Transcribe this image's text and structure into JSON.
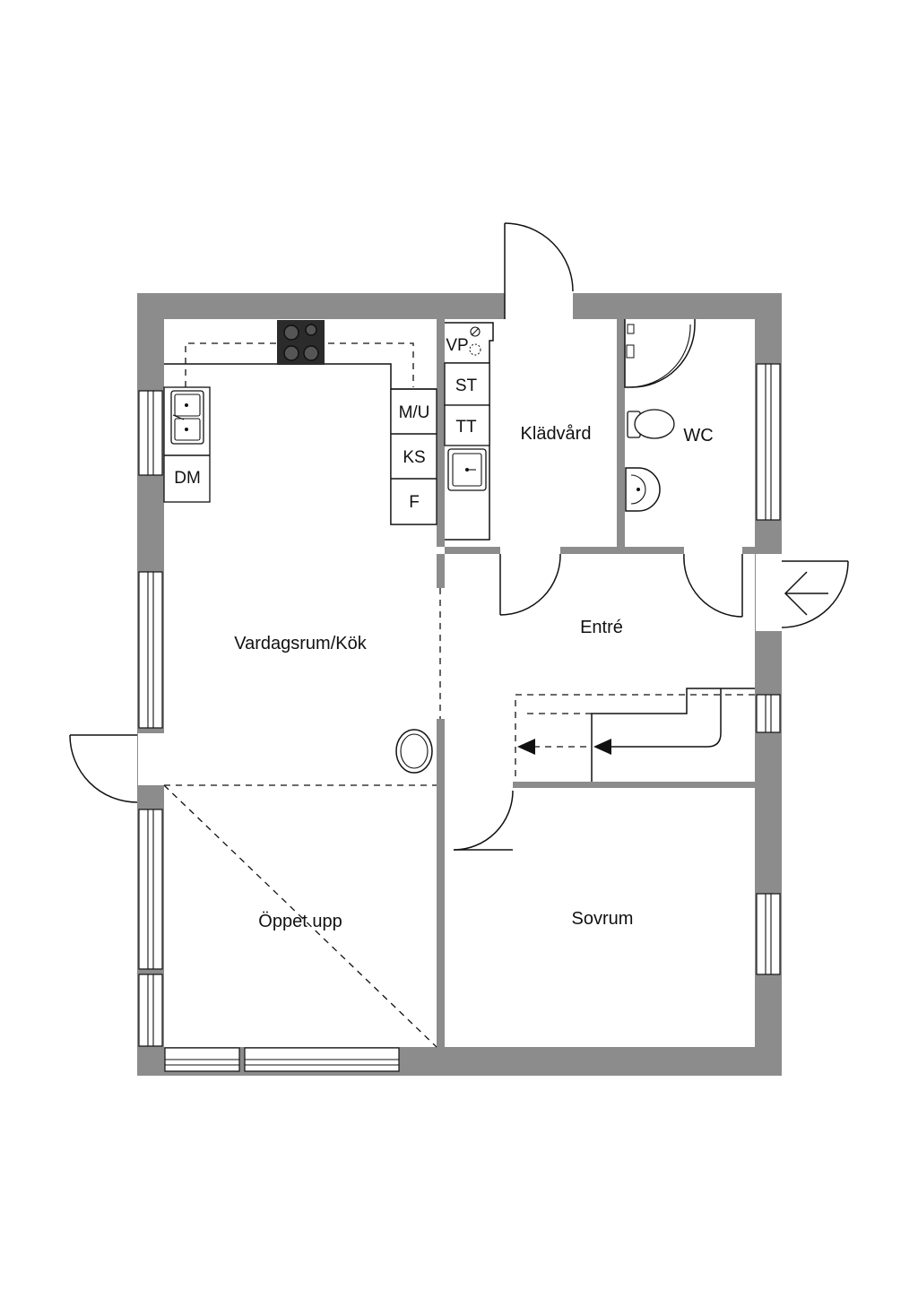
{
  "rooms": {
    "living_kitchen": "Vardagsrum/Kök",
    "open_up": "Öppet upp",
    "laundry": "Klädvård",
    "wc": "WC",
    "entrance": "Entré",
    "bedroom": "Sovrum"
  },
  "fixtures": {
    "dishwasher": "DM",
    "microwave_oven": "M/U",
    "fridge_freezer": "KS",
    "freezer": "F",
    "water_heater": "VP",
    "dryer": "ST",
    "washer": "TT"
  },
  "colors": {
    "wall": "#8c8c8c",
    "line": "#111111",
    "background": "#ffffff"
  }
}
